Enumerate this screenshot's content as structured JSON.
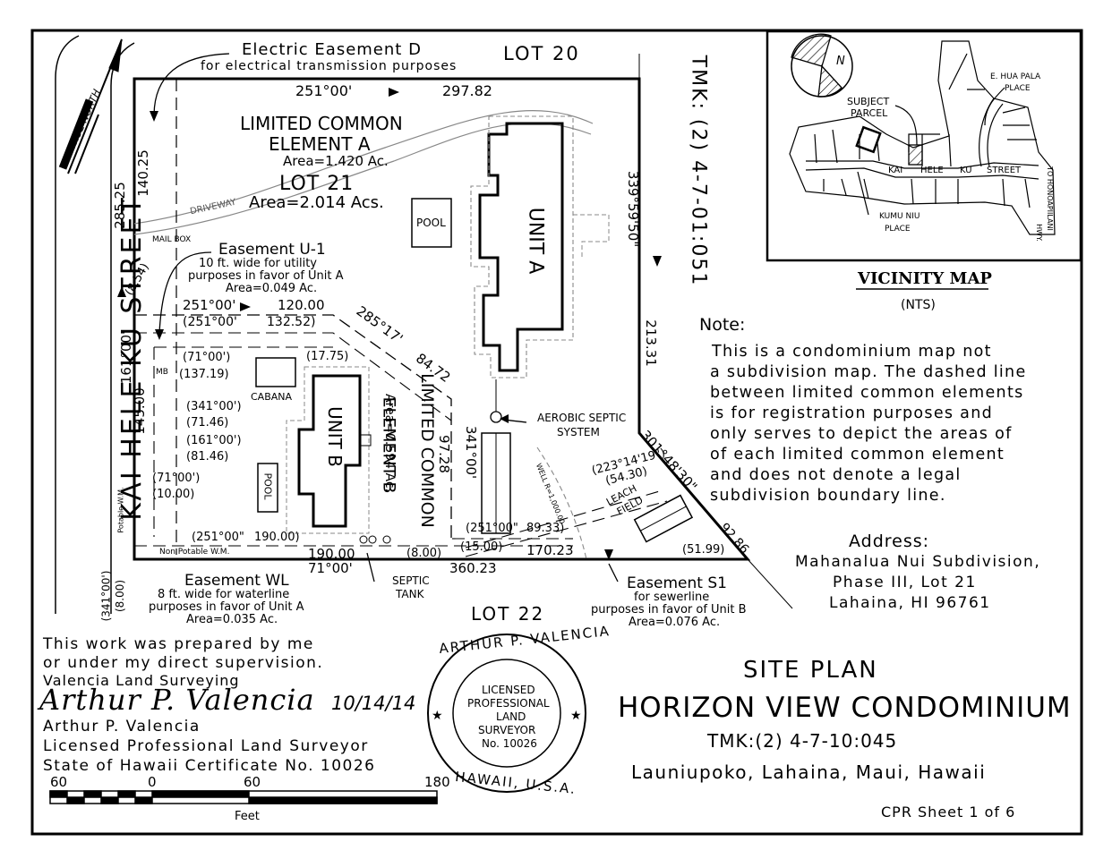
{
  "street": "KAI HELE KU STREET",
  "true_north": "TRUE NORTH",
  "tmk_side": "TMK: (2) 4-7-01:051",
  "lots": {
    "lot20": "LOT 20",
    "lot21": "LOT 21",
    "lot22": "LOT 22",
    "lot21_area": "Area=2.014 Acs."
  },
  "elements": {
    "lce_a_line1": "LIMITED COMMON",
    "lce_a_line2": "ELEMENT A",
    "lce_a_area": "Area=1.420 Ac.",
    "lce_b_line1": "LIMITED COMMON",
    "lce_b_line2": "ELEMENT B",
    "lce_b_area": "Area=0.594 Ac."
  },
  "buildings": {
    "unit_a": "UNIT A",
    "unit_b": "UNIT B",
    "pool": "POOL",
    "cabana": "CABANA",
    "driveway": "DRIVEWAY",
    "mailbox": "MAIL BOX",
    "mb": "MB",
    "aerobic": [
      "AEROBIC SEPTIC",
      "SYSTEM"
    ],
    "septic": [
      "SEPTIC",
      "TANK"
    ],
    "leach": [
      "LEACH",
      "FIELD"
    ],
    "well": "WELL R=1,000.00",
    "potable": "Potable W.M.",
    "non_potable": "Non Potable W.M."
  },
  "easements": {
    "d_title": "Electric Easement D",
    "d_desc": "for electrical transmission purposes",
    "u1_title": "Easement U-1",
    "u1_desc": [
      "10 ft. wide for utility",
      "purposes in favor of Unit A",
      "Area=0.049 Ac."
    ],
    "wl_title": "Easement WL",
    "wl_desc": [
      "8 ft. wide for waterline",
      "purposes in favor of Unit A",
      "Area=0.035 Ac."
    ],
    "s1_title": "Easement S1",
    "s1_desc": [
      "for sewerline",
      "purposes in favor of Unit B",
      "Area=0.076 Ac."
    ]
  },
  "dims": {
    "top_bearing": "251°00'",
    "top_dist": "297.82",
    "d285": "285.25",
    "d140": "140.25",
    "d854": "(8.54)",
    "b161": "161°00'",
    "d145": "145.00",
    "b251_120": "251°00'",
    "d120": "120.00",
    "b251p": "(251°00'",
    "d13252": "132.52)",
    "b285": "285°17'",
    "d8472": "84.72",
    "d1775": "(17.75)",
    "b71a": "(71°00')",
    "d13719": "(137.19)",
    "b341a": "(341°00')",
    "d7146": "(71.46)",
    "b161a": "(161°00')",
    "d8146": "(81.46)",
    "b71b": "(71°00')",
    "d1000": "(10.00)",
    "b341b": "341°00'",
    "d9728": "97.28",
    "b251c": "(251°00\"",
    "d8933": "89.33)",
    "b223": "(223°14'19\")",
    "d5430": "(54.30)",
    "b251d": "(251°00\"",
    "d19000": "190.00)",
    "d190": "190.00",
    "b71c": "71°00'",
    "d800": "(8.00)",
    "d1500": "(15.00)",
    "d17023": "170.23",
    "d36023": "360.23",
    "d5199": "(51.99)",
    "d9286": "92.86",
    "b301": "301°48'30\"",
    "b339": "339°59'50\"",
    "d21331": "213.31",
    "b341c": "(341°00')",
    "d800b": "(8.00)"
  },
  "vicinity": {
    "subject": [
      "SUBJECT",
      "PARCEL"
    ],
    "hua": [
      "E. HUA PALA",
      "PLACE"
    ],
    "street_letters": [
      "KAI",
      "HELE",
      "KU",
      "STREET"
    ],
    "kumu": [
      "KUMU NIU",
      "PLACE"
    ],
    "hwy": [
      "TO HONOAPIILANI",
      "HWY."
    ],
    "n": "N",
    "title": "VICINITY MAP",
    "nts": "(NTS)"
  },
  "note": {
    "title": "Note:",
    "lines": [
      "This is a condominium map not",
      "a subdivision map. The dashed line",
      "between limited common elements",
      "is for registration purposes and",
      "only serves to depict the areas of",
      "of each limited common element",
      "and does not denote a legal",
      "subdivision boundary line."
    ]
  },
  "address": {
    "title": "Address:",
    "lines": [
      "Mahanalua Nui Subdivision,",
      "Phase III, Lot 21",
      "Lahaina, HI 96761"
    ]
  },
  "certification": {
    "lines": [
      "This work was prepared by me",
      "or under my direct supervision.",
      "Valencia Land Surveying"
    ],
    "signature": "Arthur P. Valencia",
    "date": "10/14/14",
    "name": "Arthur P. Valencia",
    "title": "Licensed Professional Land Surveyor",
    "cert": "State of Hawaii Certificate No. 10026"
  },
  "seal": {
    "top": "ARTHUR P. VALENCIA",
    "bottom": "HAWAII, U.S.A.",
    "center": [
      "LICENSED",
      "PROFESSIONAL",
      "LAND",
      "SURVEYOR",
      "No. 10026"
    ]
  },
  "scale": {
    "labels": [
      "60",
      "0",
      "60",
      "180"
    ],
    "unit": "Feet"
  },
  "title_block": {
    "plan": "SITE PLAN",
    "name": "HORIZON VIEW CONDOMINIUM",
    "tmk": "TMK:(2) 4-7-10:045",
    "location": "Launiupoko, Lahaina, Maui, Hawaii",
    "sheet": "CPR Sheet 1 of 6"
  }
}
